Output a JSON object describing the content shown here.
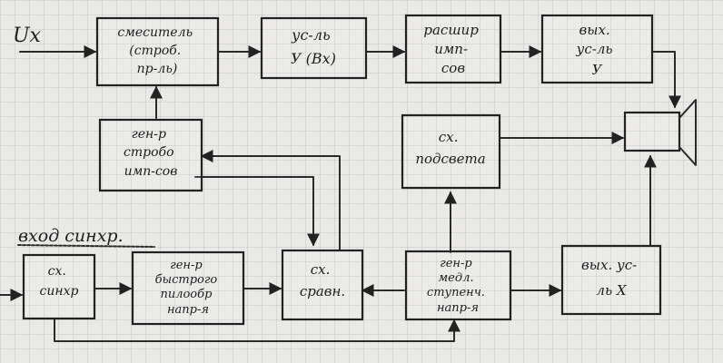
{
  "signals": {
    "input": "Ux",
    "sync_input": "вход синхр."
  },
  "blocks": {
    "mixer": [
      "смеситель",
      "(строб.",
      "пр-ль)"
    ],
    "y_amp": [
      "ус-ль",
      "У (Вх)"
    ],
    "pulse_expander": [
      "расшир",
      "имп-",
      "сов"
    ],
    "y_out_amp": [
      "вых.",
      "ус-ль",
      "У"
    ],
    "strobe_gen": [
      "ген-р",
      "стробо",
      "имп-сов"
    ],
    "highlight": [
      "сх.",
      "подсвета"
    ],
    "sync_circuit": [
      "сх.",
      "синхр"
    ],
    "fast_ramp_gen": [
      "ген-р",
      "быстрого",
      "пилообр",
      "напр-я"
    ],
    "comparator": [
      "сх.",
      "сравн."
    ],
    "slow_ramp_gen": [
      "ген-р",
      "медл.",
      "ступенч.",
      "напр-я"
    ],
    "x_out_amp": [
      "вых. ус-",
      "ль Х"
    ]
  }
}
